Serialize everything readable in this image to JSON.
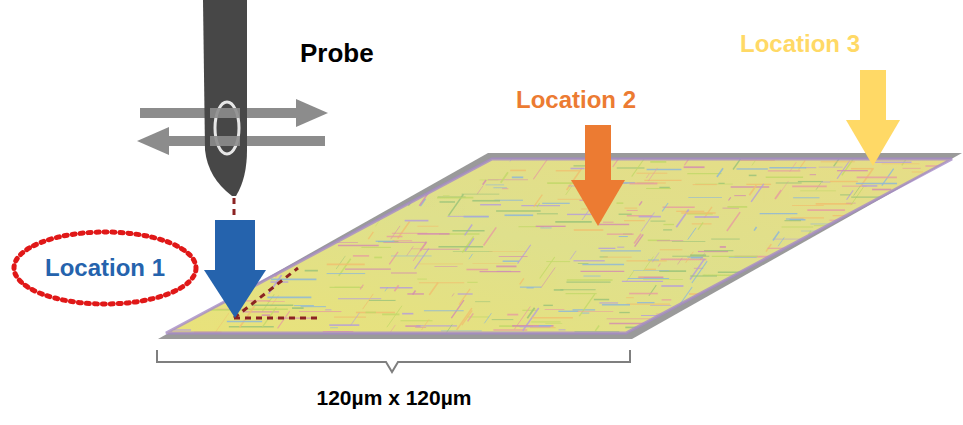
{
  "diagram": {
    "nodes": [
      {
        "text": [
          "Location 1"
        ]
      }
    ],
    "labels": [
      "Probe",
      "Location 2",
      "Location 3",
      "120µm x 120µm"
    ]
  }
}
